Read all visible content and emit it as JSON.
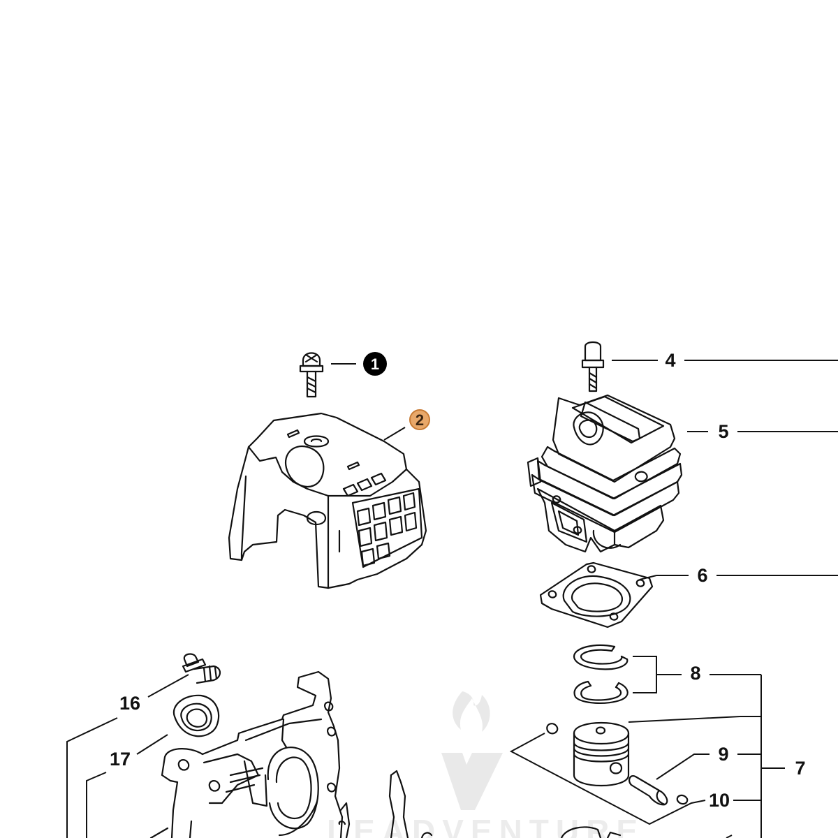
{
  "callouts": {
    "c1": "1",
    "c2": "2",
    "c4": "4",
    "c5": "5",
    "c6": "6",
    "c7": "7",
    "c8": "8",
    "c9": "9",
    "c10": "10",
    "c16": "16",
    "c17": "17"
  },
  "watermark": {
    "text": "LEADVENTURE",
    "icon": "flame-v-logo-icon"
  },
  "colors": {
    "line": "#111111",
    "highlight_fill": "#e8a86a",
    "highlight_stroke": "#c77a33",
    "badge_fill": "#000000",
    "watermark": "#e6e6e6"
  }
}
